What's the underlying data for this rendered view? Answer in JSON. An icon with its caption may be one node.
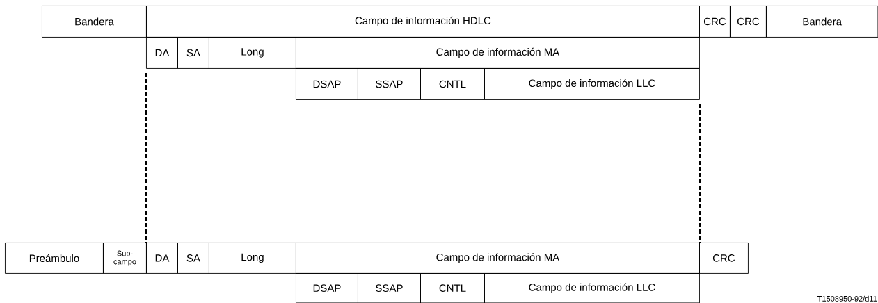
{
  "diagram": {
    "nodes": [
      {
        "text": [
          "Bandera"
        ]
      },
      {
        "text": [
          "Campo de información HDLC"
        ]
      },
      {
        "text": [
          "CRC"
        ]
      },
      {
        "text": [
          "CRC"
        ]
      },
      {
        "text": [
          "Bandera"
        ]
      },
      {
        "text": [
          "DA"
        ]
      },
      {
        "text": [
          "SA"
        ]
      },
      {
        "text": [
          "Long"
        ]
      },
      {
        "text": [
          "Campo de información MA"
        ]
      },
      {
        "text": [
          "DSAP"
        ]
      },
      {
        "text": [
          "SSAP"
        ]
      },
      {
        "text": [
          "CNTL"
        ]
      },
      {
        "text": [
          "Campo de información LLC"
        ]
      },
      {
        "text": [
          "Preámbulo"
        ]
      },
      {
        "text": [
          "Sub-campo"
        ]
      },
      {
        "text": [
          "DA"
        ]
      },
      {
        "text": [
          "SA"
        ]
      },
      {
        "text": [
          "Long"
        ]
      },
      {
        "text": [
          "Campo de información MA"
        ]
      },
      {
        "text": [
          "CRC"
        ]
      },
      {
        "text": [
          "DSAP"
        ]
      },
      {
        "text": [
          "SSAP"
        ]
      },
      {
        "text": [
          "CNTL"
        ]
      },
      {
        "text": [
          "Campo de información LLC"
        ]
      }
    ],
    "edges": [
      {
        "from": 5,
        "to": 15,
        "arrow": "none",
        "style": "dashed"
      },
      {
        "from": 12,
        "to": 18,
        "arrow": "none",
        "style": "dashed"
      }
    ],
    "labels": [
      "T1508950-92/d11"
    ]
  }
}
